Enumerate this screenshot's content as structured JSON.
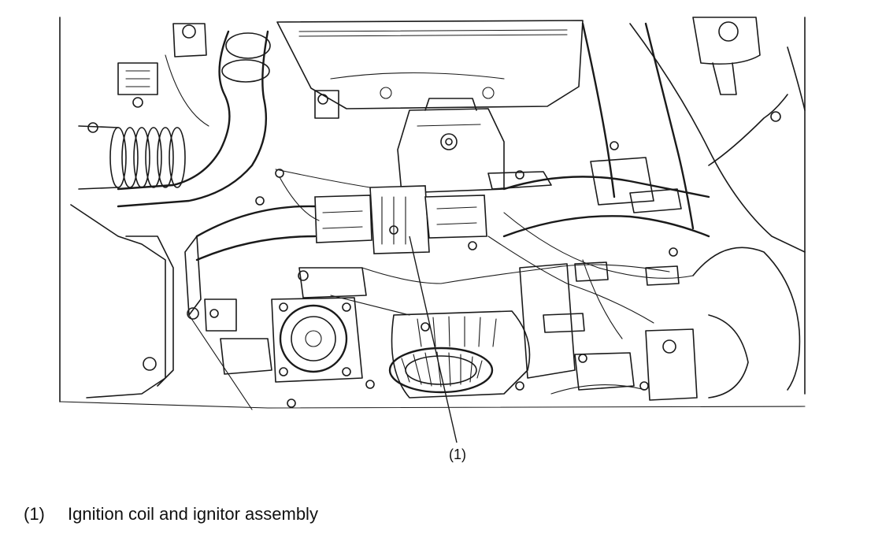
{
  "callout": {
    "label": "(1)"
  },
  "legend": {
    "items": [
      {
        "number": "(1)",
        "text": "Ignition coil and ignitor assembly"
      }
    ]
  },
  "colors": {
    "line": "#1a1a1a",
    "background": "#ffffff"
  }
}
